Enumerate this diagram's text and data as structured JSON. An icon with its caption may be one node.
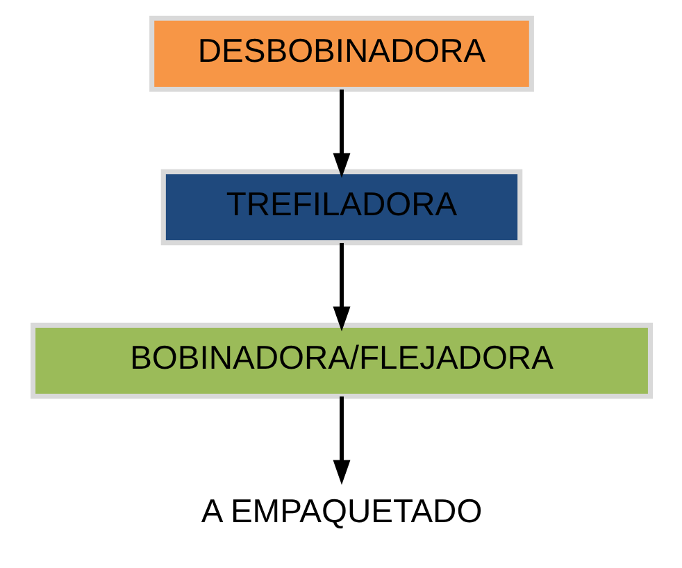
{
  "diagram": {
    "nodes": [
      {
        "text": [
          "DESBOBINADORA"
        ]
      },
      {
        "text": [
          "TREFILADORA"
        ]
      },
      {
        "text": [
          "BOBINADORA/FLEJADORA"
        ]
      },
      {
        "text": [
          "A EMPAQUETADO"
        ]
      }
    ],
    "edges": [
      {
        "from": 0,
        "to": 1,
        "arrow": "to"
      },
      {
        "from": 1,
        "to": 2,
        "arrow": "to"
      },
      {
        "from": 2,
        "to": 3,
        "arrow": "to"
      }
    ]
  }
}
